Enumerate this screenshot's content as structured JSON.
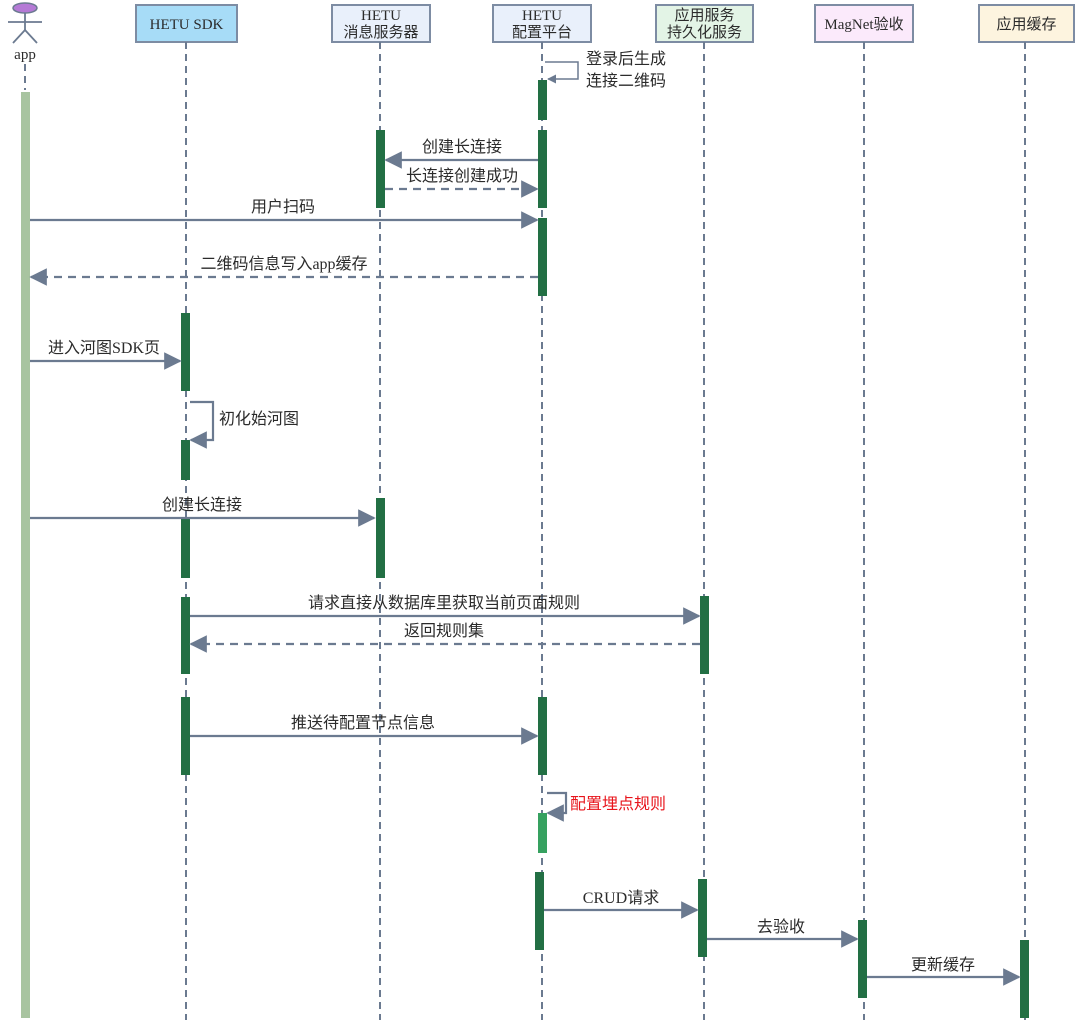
{
  "actor": {
    "label": "app"
  },
  "participants": [
    {
      "id": "sdk",
      "lines": [
        "HETU SDK"
      ],
      "fill": "#a7dcf7"
    },
    {
      "id": "msg",
      "lines": [
        "HETU",
        "消息服务器"
      ],
      "fill": "#e9f0fb"
    },
    {
      "id": "cfg",
      "lines": [
        "HETU",
        "配置平台"
      ],
      "fill": "#e9f0fb"
    },
    {
      "id": "persist",
      "lines": [
        "应用服务",
        "持久化服务"
      ],
      "fill": "#e3f4e6"
    },
    {
      "id": "magnet",
      "lines": [
        "MagNet验收"
      ],
      "fill": "#fbeafb"
    },
    {
      "id": "cache",
      "lines": [
        "应用缓存"
      ],
      "fill": "#fdf4df"
    }
  ],
  "messages": [
    {
      "id": "m1",
      "from": "cfg",
      "to": "cfg",
      "self": true,
      "text": "登录后生成\n连接二维码"
    },
    {
      "id": "m2",
      "from": "cfg",
      "to": "msg",
      "style": "solid",
      "text": "创建长连接"
    },
    {
      "id": "m3",
      "from": "msg",
      "to": "cfg",
      "style": "dashed",
      "text": "长连接创建成功"
    },
    {
      "id": "m4",
      "from": "app",
      "to": "cfg",
      "style": "solid",
      "text": "用户扫码"
    },
    {
      "id": "m5",
      "from": "cfg",
      "to": "app",
      "style": "dashed",
      "text": "二维码信息写入app缓存"
    },
    {
      "id": "m6",
      "from": "app",
      "to": "sdk",
      "style": "solid",
      "text": "进入河图SDK页"
    },
    {
      "id": "m7",
      "from": "sdk",
      "to": "sdk",
      "self": true,
      "text": "初化始河图"
    },
    {
      "id": "m8",
      "from": "app",
      "to": "msg",
      "style": "solid",
      "text": "创建长连接"
    },
    {
      "id": "m9",
      "from": "sdk",
      "to": "persist",
      "style": "solid",
      "text": "请求直接从数据库里获取当前页面规则"
    },
    {
      "id": "m10",
      "from": "persist",
      "to": "sdk",
      "style": "dashed",
      "text": "返回规则集"
    },
    {
      "id": "m11",
      "from": "sdk",
      "to": "cfg",
      "style": "solid",
      "text": "推送待配置节点信息"
    },
    {
      "id": "m12",
      "from": "cfg",
      "to": "cfg",
      "self": true,
      "text": "配置埋点规则",
      "color": "#e8141b"
    },
    {
      "id": "m13",
      "from": "cfg",
      "to": "persist",
      "style": "solid",
      "text": "CRUD请求"
    },
    {
      "id": "m14",
      "from": "persist",
      "to": "magnet",
      "style": "solid",
      "text": "去验收"
    },
    {
      "id": "m15",
      "from": "magnet",
      "to": "cache",
      "style": "solid",
      "text": "更新缓存"
    }
  ],
  "colors": {
    "lifeline": "#6b7a90",
    "arrow": "#6b7a90",
    "activation": "#226f44",
    "activation_light": "#36a160",
    "actor_activation": "#a8c4a0",
    "actor_head": "#b57ad6",
    "box_border": "#7d8ca3"
  }
}
